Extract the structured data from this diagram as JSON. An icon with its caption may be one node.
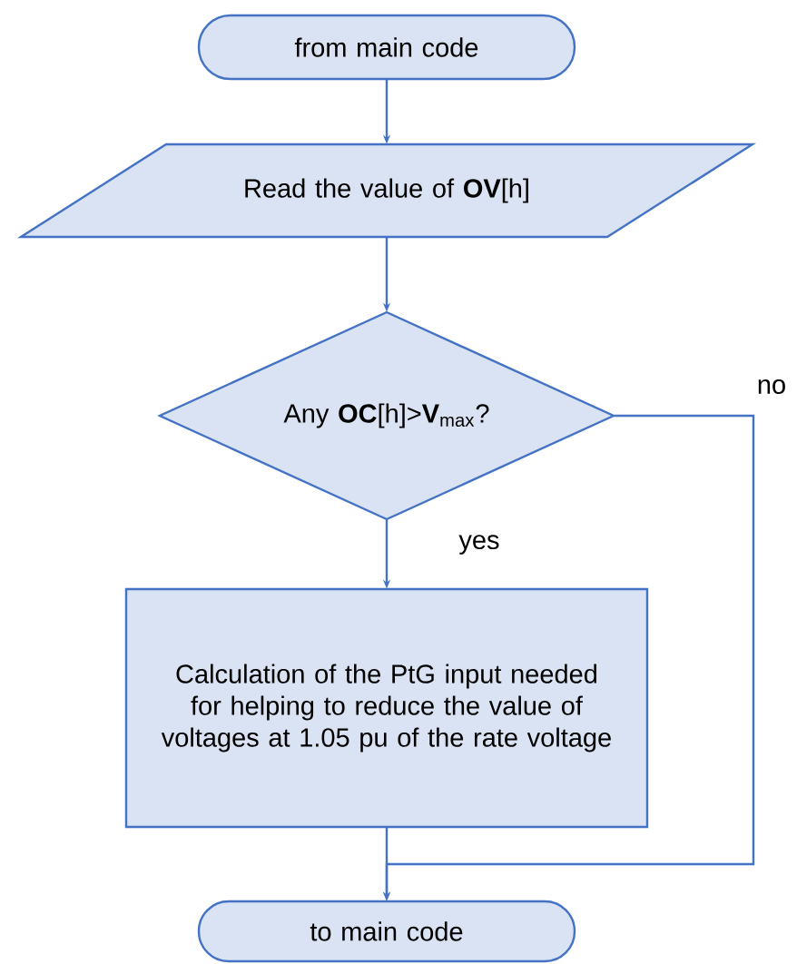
{
  "diagram": {
    "nodes": [
      {
        "text": [
          "from main code"
        ]
      },
      {
        "text": [
          "Read the value of **OV**[h]"
        ]
      },
      {
        "text": [
          "Any **OC**[h]>**V**$_{max}$?"
        ]
      },
      {
        "text": [
          "Calculation of the PtG input needed for helping to reduce the value of voltages at 1.05 pu of the rate voltage"
        ]
      },
      {
        "text": [
          "to main code"
        ]
      }
    ],
    "edges": [
      {
        "from": 0,
        "to": 1,
        "arrow": "to"
      },
      {
        "from": 1,
        "to": 2,
        "arrow": "to"
      },
      {
        "from": 2,
        "to": 3,
        "arrow": "to",
        "label": "yes"
      },
      {
        "from": 2,
        "to": 4,
        "arrow": "to",
        "label": "no"
      },
      {
        "from": 3,
        "to": 4,
        "arrow": "to"
      }
    ]
  }
}
